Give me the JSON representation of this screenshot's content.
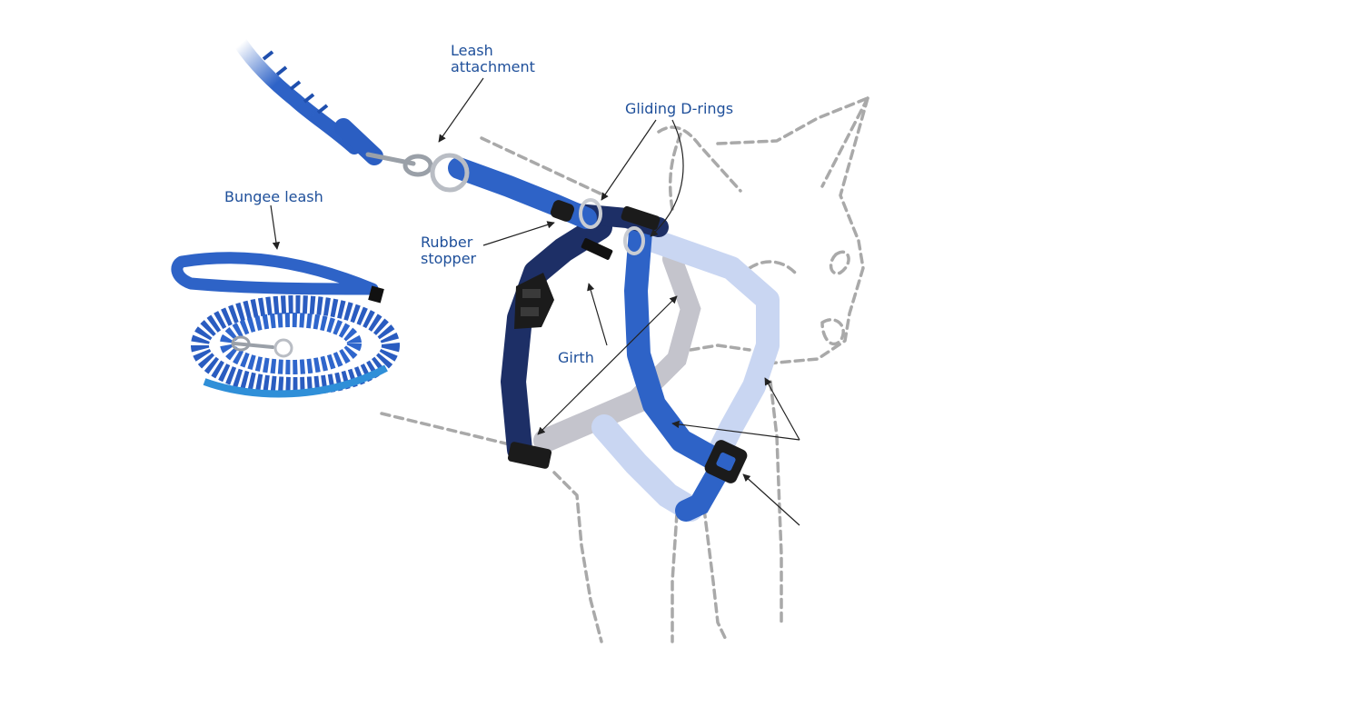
{
  "labels": {
    "leash_attachment_line1": "Leash",
    "leash_attachment_line2": "attachment",
    "gliding_d_rings": "Gliding D-rings",
    "bungee_leash": "Bungee leash",
    "rubber_stopper_line1": "Rubber",
    "rubber_stopper_line2": "stopper",
    "girth": "Girth"
  },
  "colors": {
    "label_text": "#1e4f9a",
    "strap_royal_blue": "#2e63c7",
    "strap_navy": "#1d2f66",
    "strap_light_blue": "#c9d6f2",
    "strap_gray": "#c4c4cc",
    "outline_gray": "#a9a9a9",
    "buckle_black": "#1b1b1b",
    "metal_silver": "#c9ccd2"
  }
}
